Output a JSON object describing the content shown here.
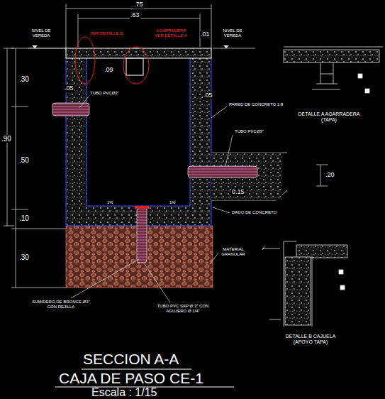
{
  "diagram": {
    "title": "SECCION A-A",
    "labels": [
      ".75",
      ".63",
      "NIVEL DE VEREDA",
      "VER DETALLE B",
      "AGARRADERA VER DETALLE A",
      ".01",
      "NIVEL DE VEREDA",
      ".09",
      ".05",
      ".05",
      "TUBO PVCØ3\"",
      "PARED DE CONCRETO 1:8",
      "TUBO PVCØ3\"",
      ".30",
      ".90",
      ".50",
      ".10",
      ".30",
      ".20",
      "0.15",
      "1%",
      "1%",
      "DADO DE CONCRETO",
      "MATERIAL GRANULAR",
      "SUMIDERO DE BRONCE Ø3\" CON REJILLA",
      "TUBO PVC SAP Ø 3\" CON AGUJERO Ø 1/4\"",
      "DETALLE A AGARRADERA (TAPA)",
      "DETALLE B CAJUELA (APOYO TAPA)",
      "CAJA DE PASO CE-1",
      "Escala : 1/15"
    ]
  }
}
